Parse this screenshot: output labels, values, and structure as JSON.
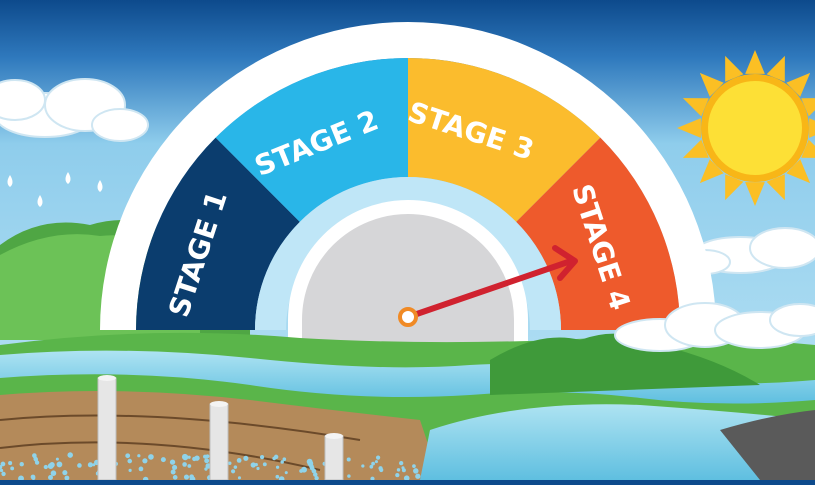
{
  "gauge": {
    "stages": [
      {
        "label": "STAGE 1",
        "color": "#0b3d6e"
      },
      {
        "label": "STAGE 2",
        "color": "#29b6e8"
      },
      {
        "label": "STAGE 3",
        "color": "#fbbc2d"
      },
      {
        "label": "STAGE 4",
        "color": "#ee5a2c"
      }
    ],
    "current_stage": 4,
    "needle_color": "#d0222f",
    "hub_color": "#f08a25"
  },
  "colors": {
    "sky_top": "#0d4a8c",
    "sky": "#9fd6ee",
    "grass": "#5ab54a",
    "water": "#7fd0e8",
    "soil": "#b48a5a",
    "sun": "#fde036"
  },
  "icons": [
    "sun-icon",
    "cloud-icon",
    "rain-icon",
    "well-pipe-icon"
  ]
}
